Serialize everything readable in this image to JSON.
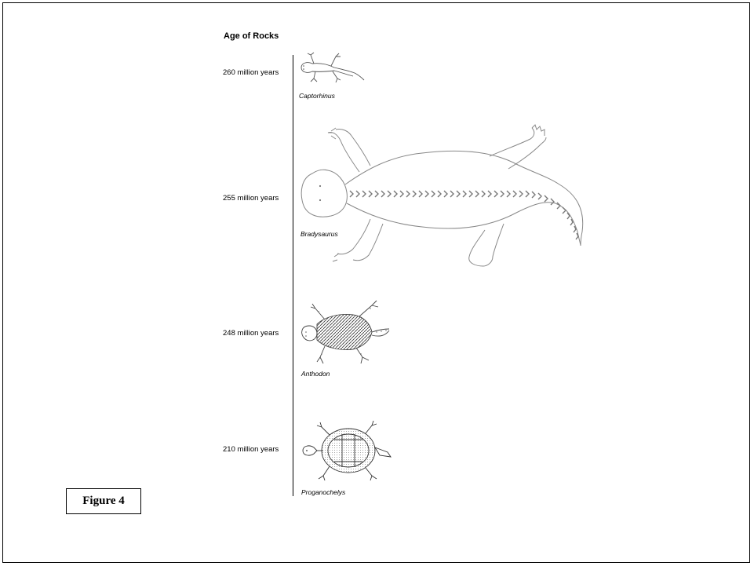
{
  "diagram": {
    "title": "Age of Rocks",
    "figure_label": "Figure 4",
    "entries": [
      {
        "age": "260 million years",
        "name": "Captorhinus",
        "icon": "lizard-drawing"
      },
      {
        "age": "255 million years",
        "name": "Bradysaurus",
        "icon": "large-reptile-drawing"
      },
      {
        "age": "248 million years",
        "name": "Anthodon",
        "icon": "armored-reptile-drawing"
      },
      {
        "age": "210 million years",
        "name": "Proganochelys",
        "icon": "turtle-drawing"
      }
    ]
  }
}
